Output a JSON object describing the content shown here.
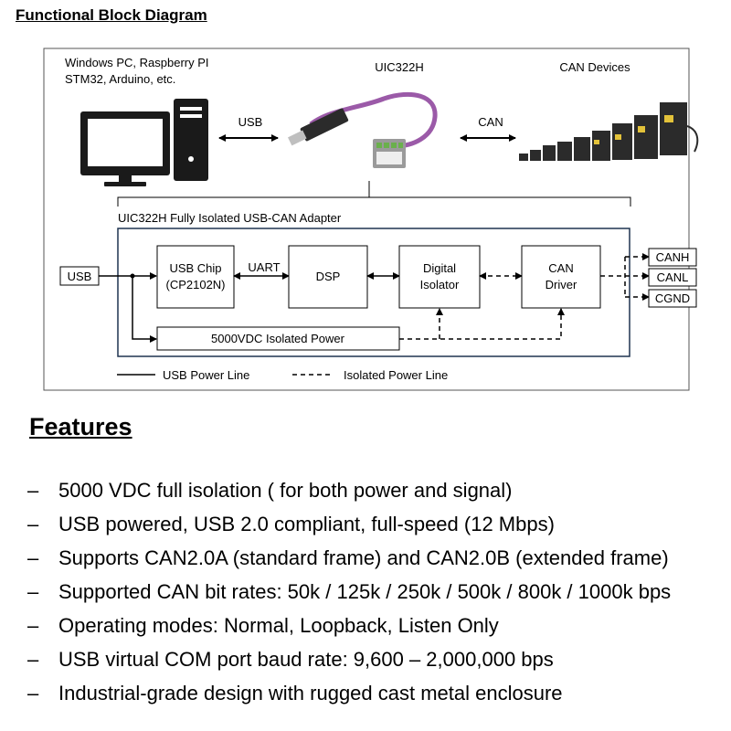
{
  "heading": "Functional Block Diagram",
  "diagram": {
    "host_line1": "Windows PC, Raspberry PI",
    "host_line2": "STM32, Arduino, etc.",
    "device_name": "UIC322H",
    "can_devices_label": "CAN Devices",
    "usb_link_label": "USB",
    "can_link_label": "CAN",
    "adapter_title": "UIC322H Fully Isolated USB-CAN Adapter",
    "usb_input_label": "USB",
    "usb_chip_line1": "USB Chip",
    "usb_chip_line2": "(CP2102N)",
    "uart_label": "UART",
    "dsp_label": "DSP",
    "isolator_line1": "Digital",
    "isolator_line2": "Isolator",
    "driver_line1": "CAN",
    "driver_line2": "Driver",
    "power_label": "5000VDC Isolated Power",
    "terminals": [
      "CANH",
      "CANL",
      "CGND"
    ],
    "legend_usb_power": "USB Power Line",
    "legend_isolated_power": "Isolated Power Line"
  },
  "features_title": "Features",
  "features": [
    "5000 VDC full isolation ( for both power and signal)",
    "USB powered, USB 2.0 compliant, full-speed (12 Mbps)",
    "Supports CAN2.0A (standard frame) and CAN2.0B (extended frame)",
    "Supported CAN bit rates: 50k / 125k / 250k / 500k / 800k / 1000k bps",
    "Operating modes: Normal, Loopback, Listen Only",
    "USB virtual COM port baud rate: 9,600 – 2,000,000 bps",
    "Industrial-grade design with rugged cast metal enclosure"
  ],
  "bullet": "–",
  "colors": {
    "cable_purple": "#9b5aa8",
    "frame_navy": "#1f3350",
    "plug_green": "#6ab04c"
  }
}
